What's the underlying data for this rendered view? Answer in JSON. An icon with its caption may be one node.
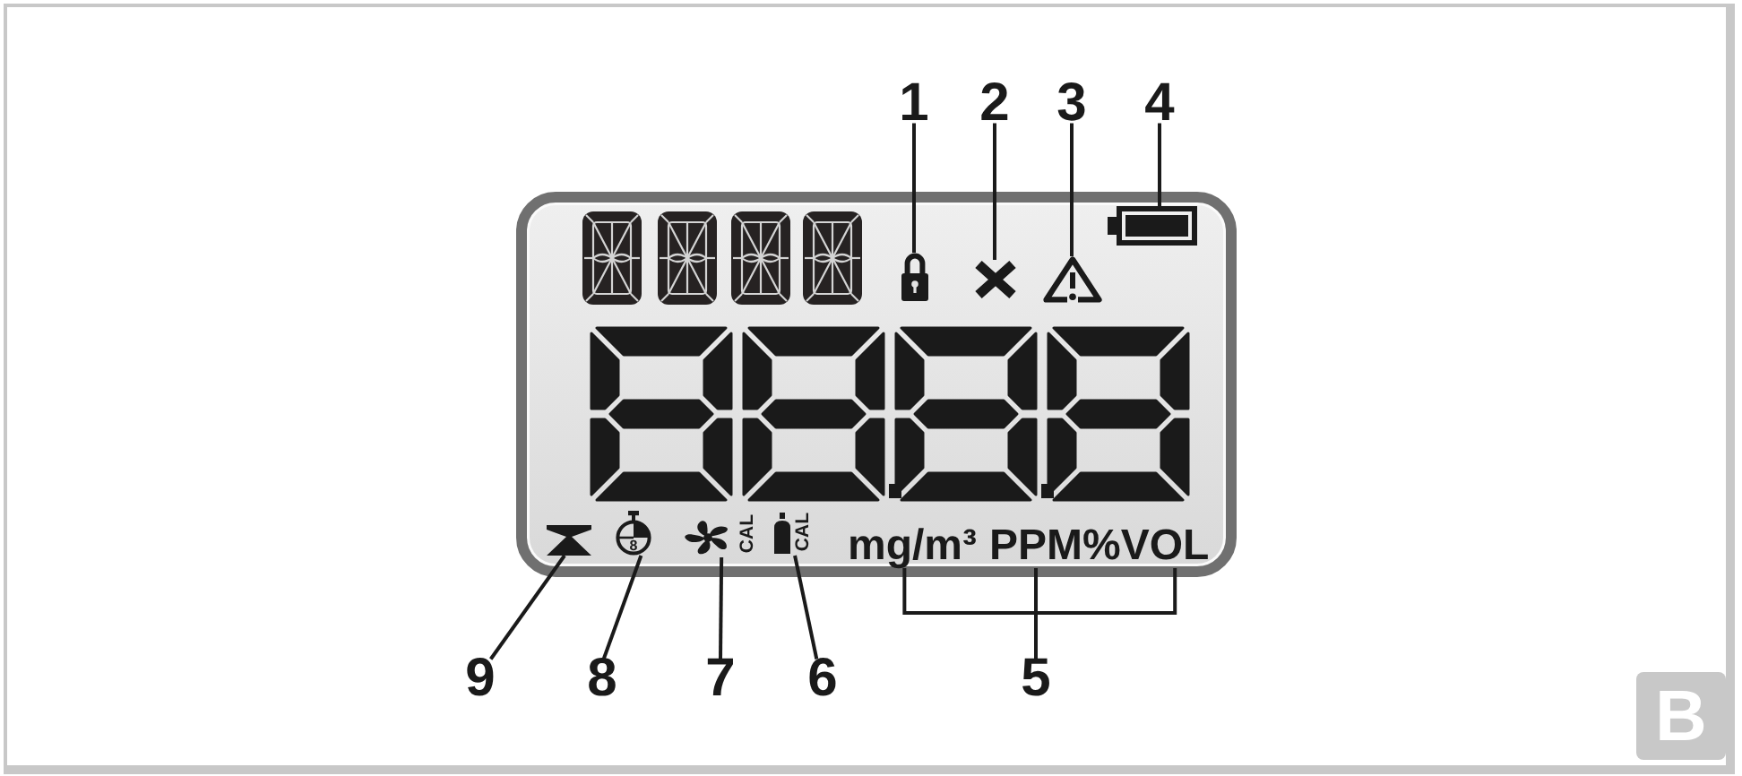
{
  "diagram": {
    "nodes": [
      {
        "text": [
          "1"
        ]
      },
      {
        "text": [
          "2"
        ]
      },
      {
        "text": [
          "3"
        ]
      },
      {
        "text": [
          "4"
        ]
      },
      {
        "text": [],
        "shape": "box"
      },
      {
        "text": [],
        "shape": "battery",
        "in": 4
      },
      {
        "text": [],
        "shape": "lock",
        "in": 4
      },
      {
        "text": [],
        "shape": "cross",
        "in": 4
      },
      {
        "text": [],
        "shape": "warning",
        "in": 4
      },
      {
        "text": [],
        "shape": "triangle",
        "in": 4
      },
      {
        "text": [
          "8"
        ],
        "in": 4
      },
      {
        "text": [
          "CAL"
        ],
        "in": 4
      },
      {
        "text": [
          "CAL"
        ],
        "in": 4
      },
      {
        "text": [
          "mg/m³"
        ],
        "in": 4
      },
      {
        "text": [
          "PPM"
        ],
        "in": 4
      },
      {
        "text": [
          "%VOL"
        ],
        "in": 4
      },
      {
        "text": [
          "9"
        ]
      },
      {
        "text": [
          "8"
        ]
      },
      {
        "text": [
          "7"
        ]
      },
      {
        "text": [
          "6"
        ]
      },
      {
        "text": [
          "5"
        ]
      }
    ],
    "edges": [
      {
        "from": 0,
        "to": 6,
        "arrow": "none"
      },
      {
        "from": 1,
        "to": 7,
        "arrow": "none"
      },
      {
        "from": 2,
        "to": 8,
        "arrow": "none"
      },
      {
        "from": 3,
        "to": 5,
        "arrow": "none"
      },
      {
        "from": 16,
        "to": 9,
        "arrow": "none"
      },
      {
        "from": 17,
        "to": 10,
        "arrow": "none"
      },
      {
        "from": 18,
        "to": 11,
        "arrow": "none"
      },
      {
        "from": 19,
        "to": 12,
        "arrow": "none"
      },
      {
        "from": 20,
        "to": 13,
        "arrow": "none"
      },
      {
        "from": 20,
        "to": 14,
        "arrow": "none"
      },
      {
        "from": 20,
        "to": 15,
        "arrow": "none"
      }
    ],
    "labels": [
      "B"
    ]
  }
}
